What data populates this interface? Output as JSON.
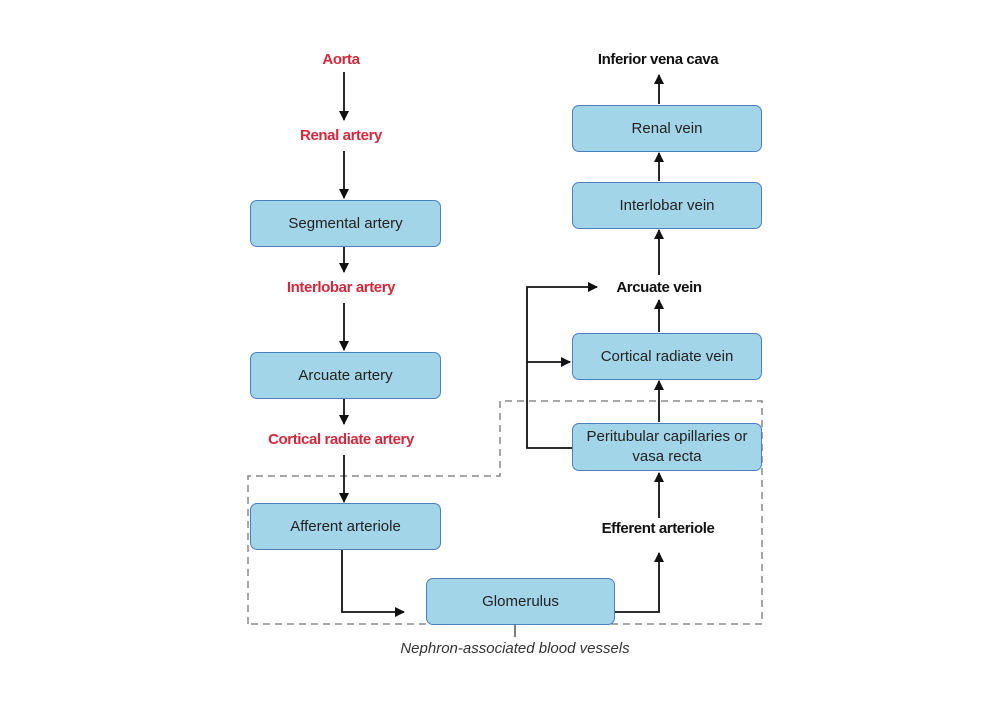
{
  "diagram": {
    "title": "Renal blood flow",
    "arterial_path": {
      "aorta": "Aorta",
      "renal_artery": "Renal artery",
      "segmental_artery": "Segmental artery",
      "interlobar_artery": "Interlobar artery",
      "arcuate_artery": "Arcuate artery",
      "cortical_radiate_artery": "Cortical radiate artery",
      "afferent_arteriole": "Afferent arteriole"
    },
    "nephron": {
      "glomerulus": "Glomerulus",
      "efferent_arteriole": "Efferent arteriole",
      "peritubular_line1": "Peritubular capillaries or",
      "peritubular_line2": "vasa recta",
      "group_caption": "Nephron-associated blood vessels"
    },
    "venous_path": {
      "cortical_radiate_vein": "Cortical radiate vein",
      "arcuate_vein": "Arcuate vein",
      "interlobar_vein": "Interlobar vein",
      "renal_vein": "Renal vein",
      "inferior_vena_cava": "Inferior vena cava"
    },
    "colors": {
      "box_fill": "#a3d5e8",
      "box_border": "#4a7fc1",
      "arterial_label": "#d4283c",
      "venous_label": "#111111",
      "group_border": "#888888"
    }
  }
}
